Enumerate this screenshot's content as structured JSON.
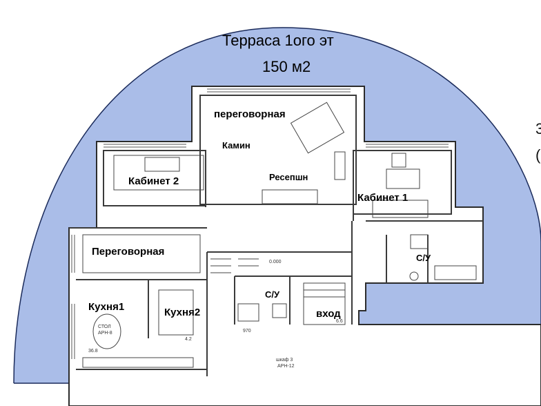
{
  "terrace": {
    "title": "Терраса 1ого эт",
    "area": "150 м2"
  },
  "rooms": {
    "meeting_top": "переговорная",
    "fireplace": "Камин",
    "office2": "Кабинет 2",
    "reception": "Ресепшн",
    "office1": "Кабинет 1",
    "meeting_left": "Переговорная",
    "wc_right": "С/У",
    "wc_center": "С/У",
    "kitchen1": "Кухня1",
    "kitchen2": "Кухня2",
    "entrance": "вход"
  },
  "dimensions": {
    "level": "0.000",
    "width_970": "970",
    "mark_a": "4.2",
    "mark_b": "6.6",
    "mark_c": "36.8",
    "tag_k1": "СТОЛ",
    "tag_k2": "АРН-8",
    "tag_bottom1": "шкаф 3",
    "tag_bottom2": "АРН-12"
  },
  "edge_text": {
    "right_top": "3",
    "right_bottom": "("
  },
  "colors": {
    "terrace_fill": "#aabde8",
    "wall": "#3a3a3a",
    "interior": "#ffffff"
  }
}
